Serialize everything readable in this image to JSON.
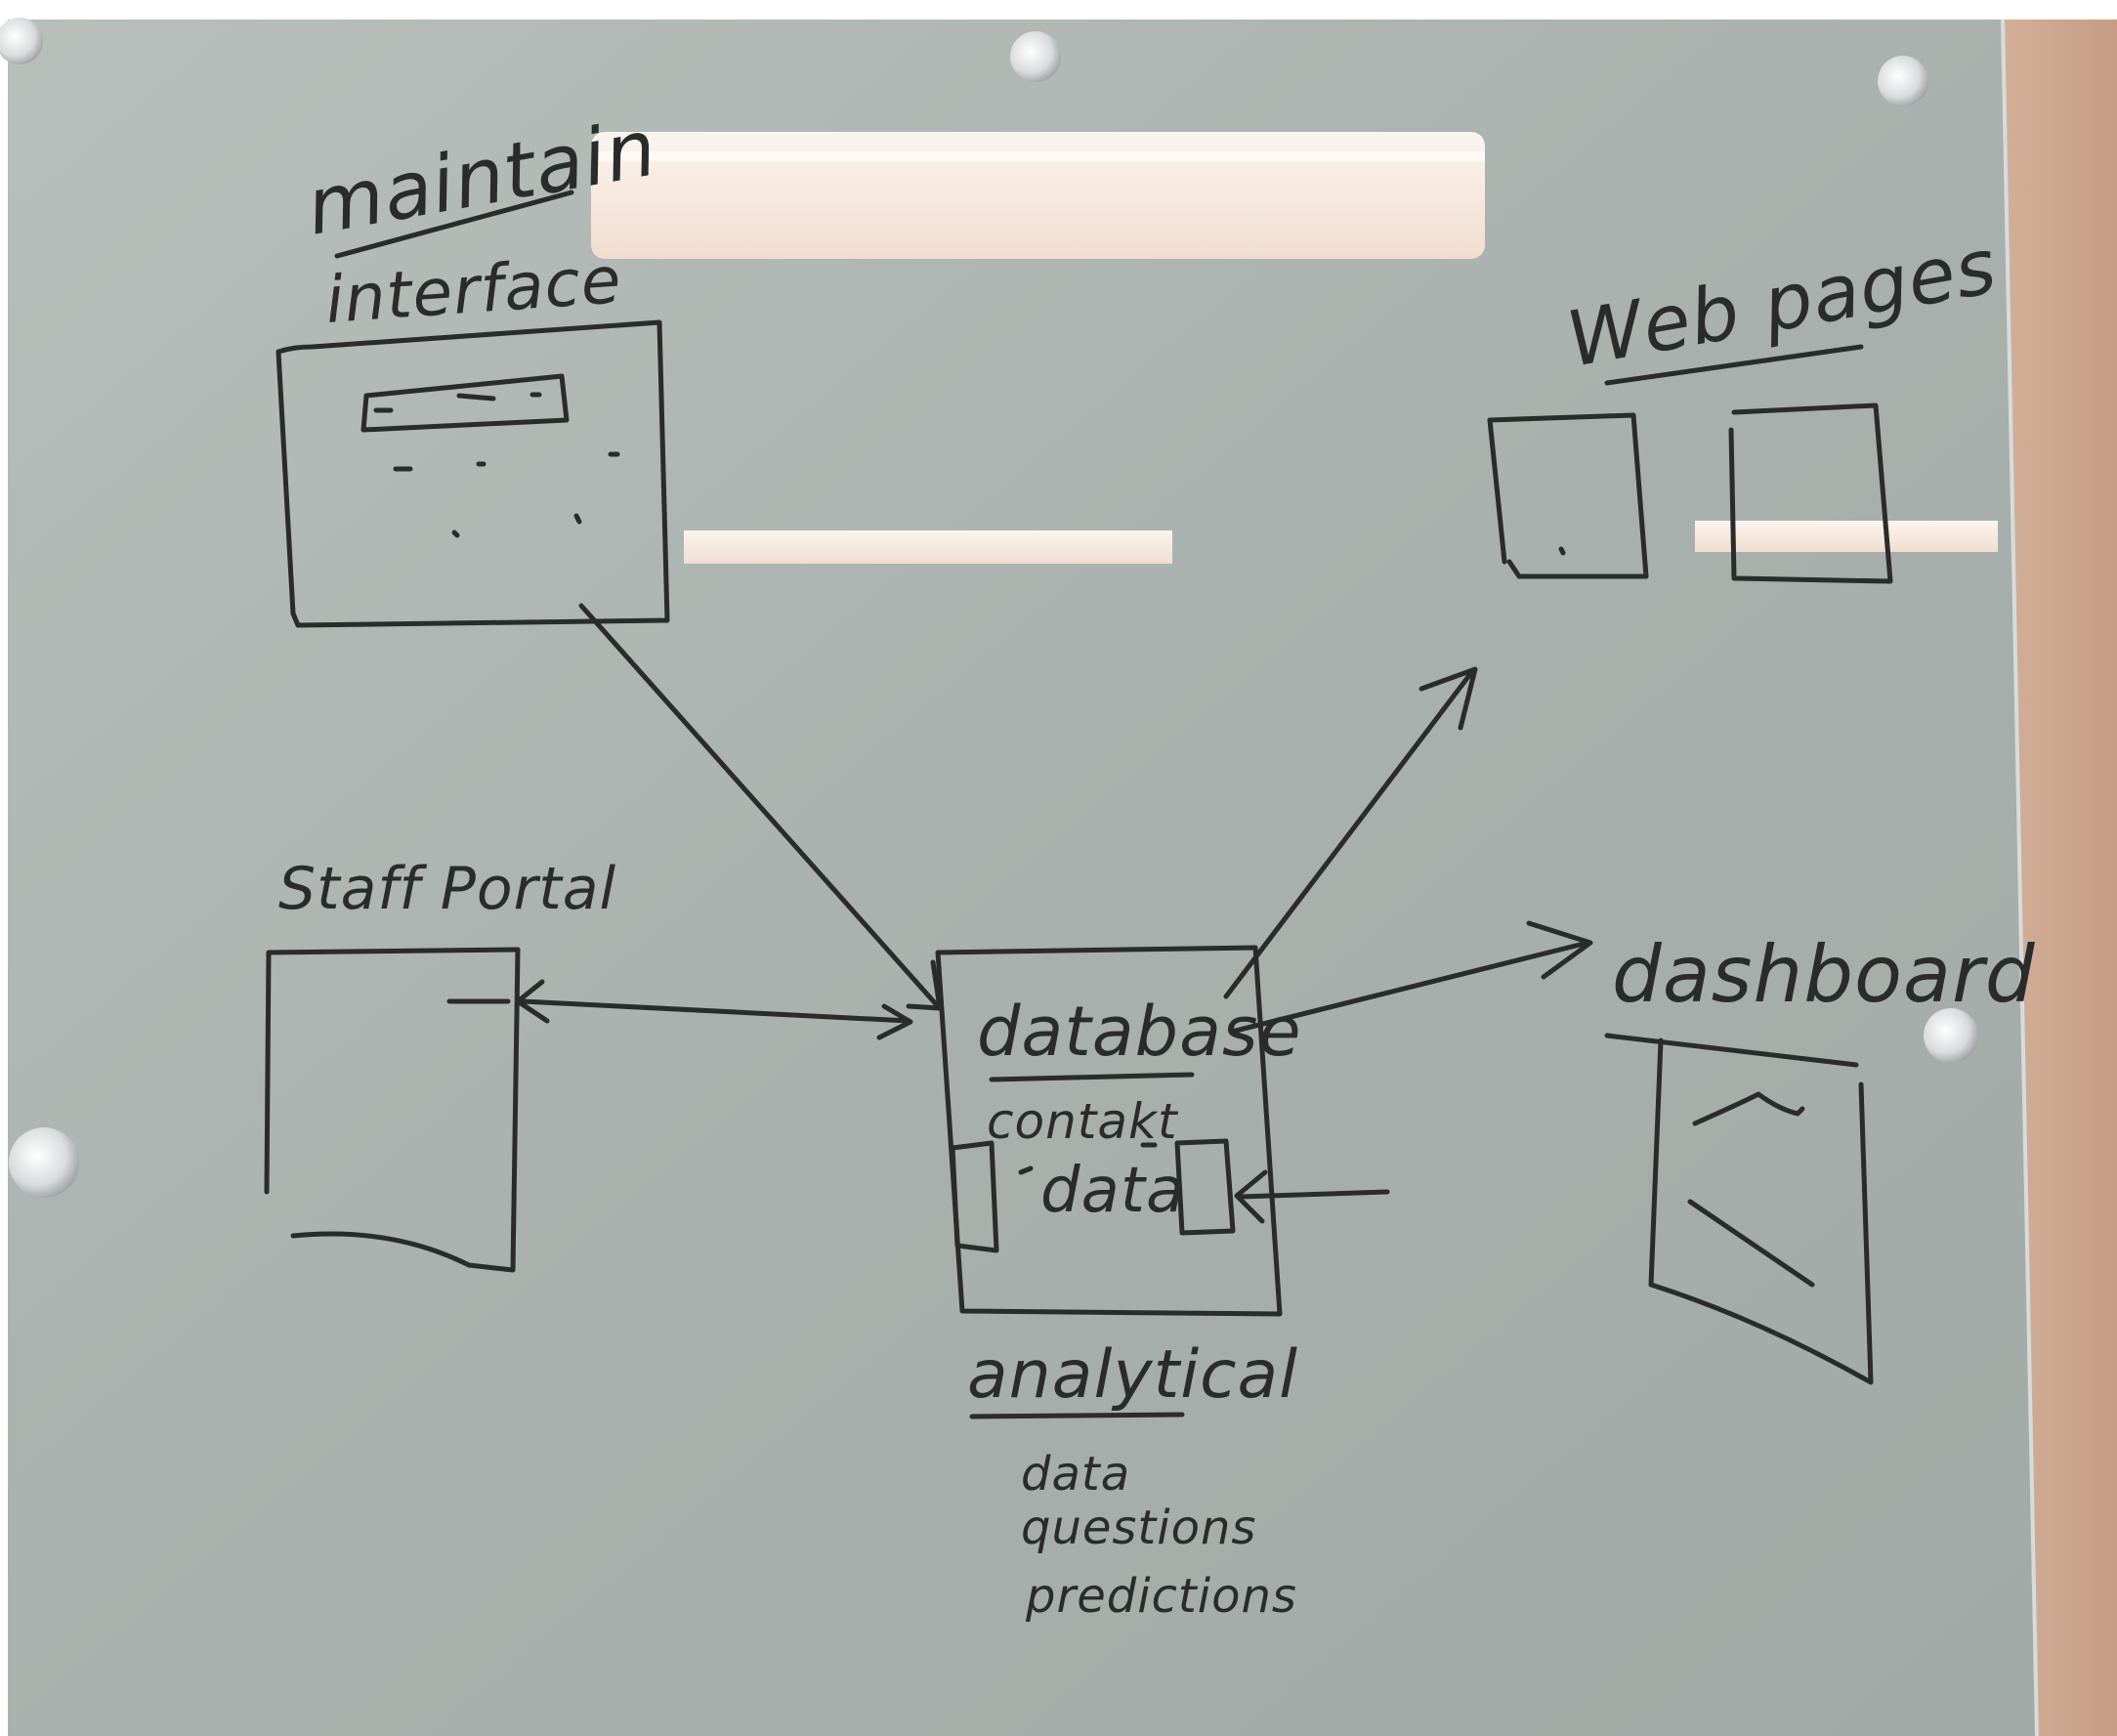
{
  "colors": {
    "glass": "#a9b1ae",
    "glass_light": "#bcc3c0",
    "marker": "#2a2c2c",
    "light_fixture": "#f7ece3",
    "wall": "#c9a58f",
    "standoff": "#d8dadb"
  },
  "labels": {
    "maintain": "maintain",
    "interface": "interface",
    "web_pages": "Web pages",
    "staff_portal": "Staff Portal",
    "database": "database",
    "contact": "contakt",
    "data_inner": "data",
    "dashboard": "dashboard",
    "analytical": "analytical",
    "analytical_items": [
      "data",
      "questions",
      "predictions"
    ]
  },
  "icons": {
    "standoff": "standoff-mount-icon",
    "arrow": "arrow-head-icon"
  }
}
